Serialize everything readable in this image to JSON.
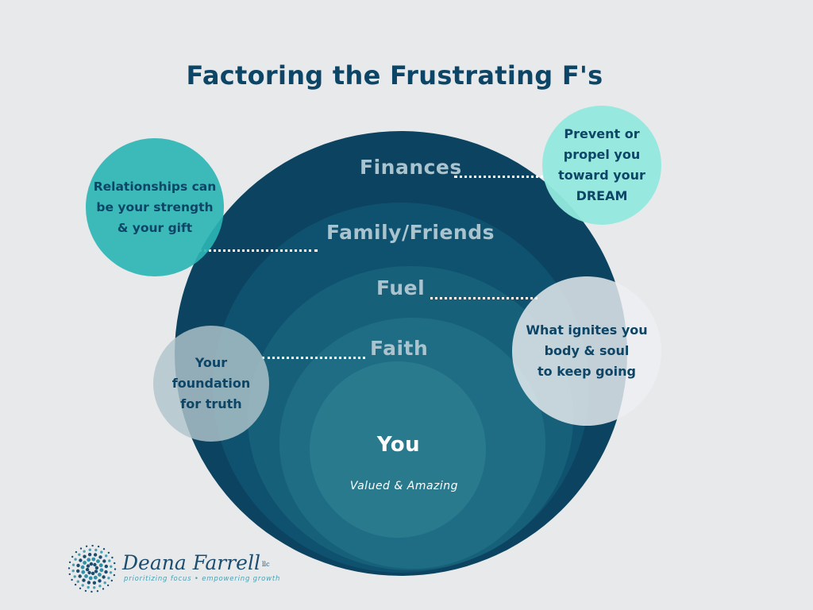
{
  "title": "Factoring the Frustrating F's",
  "rings": {
    "finances": "Finances",
    "family": "Family/Friends",
    "fuel": "Fuel",
    "faith": "Faith",
    "you": "You",
    "you_subtitle": "Valued & Amazing"
  },
  "bubbles": {
    "relationships": "Relationships can\nbe your strength\n& your gift",
    "dream": "Prevent or\npropel you\ntoward your\nDREAM",
    "fuel": "What ignites you\nbody & soul\nto keep going",
    "faith": "Your\nfoundation\nfor truth"
  },
  "logo": {
    "name": "Deana Farrell",
    "suffix": "llc",
    "tagline": "prioritizing focus • empowering growth"
  },
  "colors": {
    "title": "#0d4566",
    "outer_ring": "#0b4360",
    "bubble_teal": "#2cb4b4",
    "bubble_mint": "#92e9de",
    "background": "#e8e9eb"
  }
}
